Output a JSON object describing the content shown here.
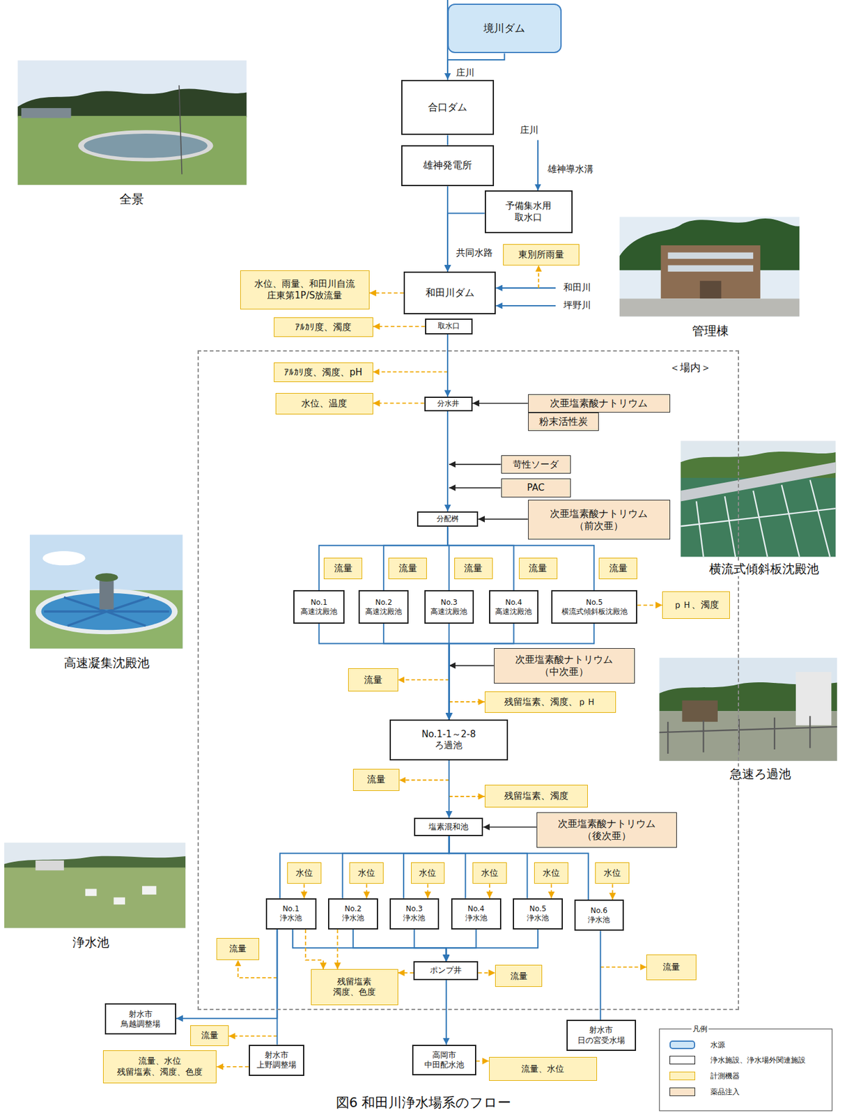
{
  "diagram": {
    "caption": "図6 和田川浄水場系のフロー",
    "nodes": [
      {
        "text": [
          "境川ダム"
        ]
      },
      {
        "text": [
          "合口ダム"
        ]
      },
      {
        "text": [
          "雄神発電所"
        ]
      },
      {
        "text": [
          "予備集水用 取水口"
        ]
      },
      {
        "text": [
          "東別所雨量"
        ]
      },
      {
        "text": [
          "和田川ダム"
        ]
      },
      {
        "text": [
          "取水口"
        ]
      },
      {
        "text": [
          "水位、雨量、和田川自流 庄東第1P/S放流量"
        ]
      },
      {
        "text": [
          "ｱﾙｶﾘ度、濁度"
        ]
      },
      {
        "text": [
          "＜場内＞"
        ]
      },
      {
        "text": [
          "ｱﾙｶﾘ度、濁度、pH"
        ],
        "in": 9
      },
      {
        "text": [
          "水位、温度"
        ],
        "in": 9
      },
      {
        "text": [
          "分水井"
        ],
        "in": 9
      },
      {
        "text": [
          "次亜塩素酸ナトリウム"
        ],
        "in": 9
      },
      {
        "text": [
          "粉末活性炭"
        ],
        "in": 9
      },
      {
        "text": [
          "苛性ソーダ"
        ],
        "in": 9
      },
      {
        "text": [
          "PAC"
        ],
        "in": 9
      },
      {
        "text": [
          "分配桝"
        ],
        "in": 9
      },
      {
        "text": [
          "次亜塩素酸ナトリウム （前次亜）"
        ],
        "in": 9
      },
      {
        "text": [
          "流量"
        ],
        "in": 9
      },
      {
        "text": [
          "流量"
        ],
        "in": 9
      },
      {
        "text": [
          "流量"
        ],
        "in": 9
      },
      {
        "text": [
          "流量"
        ],
        "in": 9
      },
      {
        "text": [
          "流量"
        ],
        "in": 9
      },
      {
        "text": [
          "No.1 高速沈殿池"
        ],
        "in": 9
      },
      {
        "text": [
          "No.2 高速沈殿池"
        ],
        "in": 9
      },
      {
        "text": [
          "No.3 高速沈殿池"
        ],
        "in": 9
      },
      {
        "text": [
          "No.4 高速沈殿池"
        ],
        "in": 9
      },
      {
        "text": [
          "No.5 横流式傾斜板沈殿池"
        ],
        "in": 9
      },
      {
        "text": [
          "ｐＨ、濁度"
        ],
        "in": 9
      },
      {
        "text": [
          "次亜塩素酸ナトリウム （中次亜）"
        ],
        "in": 9
      },
      {
        "text": [
          "流量"
        ],
        "in": 9
      },
      {
        "text": [
          "残留塩素、濁度、ｐＨ"
        ],
        "in": 9
      },
      {
        "text": [
          "No.1-1～2-8 ろ過池"
        ],
        "in": 9
      },
      {
        "text": [
          "流量"
        ],
        "in": 9
      },
      {
        "text": [
          "残留塩素、濁度"
        ],
        "in": 9
      },
      {
        "text": [
          "塩素混和池"
        ],
        "in": 9
      },
      {
        "text": [
          "次亜塩素酸ナトリウム （後次亜）"
        ],
        "in": 9
      },
      {
        "text": [
          "水位"
        ],
        "in": 9
      },
      {
        "text": [
          "水位"
        ],
        "in": 9
      },
      {
        "text": [
          "水位"
        ],
        "in": 9
      },
      {
        "text": [
          "水位"
        ],
        "in": 9
      },
      {
        "text": [
          "水位"
        ],
        "in": 9
      },
      {
        "text": [
          "水位"
        ],
        "in": 9
      },
      {
        "text": [
          "No.1 浄水池"
        ],
        "in": 9
      },
      {
        "text": [
          "No.2 浄水池"
        ],
        "in": 9
      },
      {
        "text": [
          "No.3 浄水池"
        ],
        "in": 9
      },
      {
        "text": [
          "No.4 浄水池"
        ],
        "in": 9
      },
      {
        "text": [
          "No.5 浄水池"
        ],
        "in": 9
      },
      {
        "text": [
          "No.6 浄水池"
        ],
        "in": 9
      },
      {
        "text": [
          "流量"
        ],
        "in": 9
      },
      {
        "text": [
          "ポンプ井"
        ],
        "in": 9
      },
      {
        "text": [
          "残留塩素 濁度、色度"
        ],
        "in": 9
      },
      {
        "text": [
          "流量"
        ],
        "in": 9
      },
      {
        "text": [
          "流量"
        ],
        "in": 9
      },
      {
        "text": [
          "射水市 鳥越調整場"
        ]
      },
      {
        "text": [
          "流量"
        ]
      },
      {
        "text": [
          "射水市 上野調整場"
        ]
      },
      {
        "text": [
          "流量、水位 残留塩素、濁度、色度"
        ]
      },
      {
        "text": [
          "高岡市 中田配水池"
        ]
      },
      {
        "text": [
          "流量、水位"
        ]
      },
      {
        "text": [
          "射水市 日の宮受水場"
        ]
      }
    ],
    "edges": [
      {
        "from": 0,
        "to": 1,
        "arrow": "to",
        "label": "庄川"
      },
      {
        "from": 1,
        "to": 2,
        "arrow": "none"
      },
      {
        "from": 2,
        "to": 5,
        "arrow": "to",
        "label": "共同水路"
      },
      {
        "from": 3,
        "to": 5,
        "arrow": "to"
      },
      {
        "from": 5,
        "to": 7,
        "arrow": "to"
      },
      {
        "from": 6,
        "to": 8,
        "arrow": "to"
      },
      {
        "from": 6,
        "to": 12,
        "arrow": "to"
      },
      {
        "from": 12,
        "to": 11,
        "arrow": "to"
      },
      {
        "from": 13,
        "to": 12,
        "arrow": "to"
      },
      {
        "from": 12,
        "to": 17,
        "arrow": "to"
      },
      {
        "from": 18,
        "to": 17,
        "arrow": "to"
      },
      {
        "from": 17,
        "to": 24,
        "arrow": "none"
      },
      {
        "from": 17,
        "to": 25,
        "arrow": "none"
      },
      {
        "from": 17,
        "to": 26,
        "arrow": "none"
      },
      {
        "from": 17,
        "to": 27,
        "arrow": "none"
      },
      {
        "from": 17,
        "to": 28,
        "arrow": "none"
      },
      {
        "from": 24,
        "to": 33,
        "arrow": "to"
      },
      {
        "from": 25,
        "to": 33,
        "arrow": "to"
      },
      {
        "from": 26,
        "to": 33,
        "arrow": "to"
      },
      {
        "from": 27,
        "to": 33,
        "arrow": "to"
      },
      {
        "from": 28,
        "to": 33,
        "arrow": "to"
      },
      {
        "from": 28,
        "to": 29,
        "arrow": "to"
      },
      {
        "from": 33,
        "to": 36,
        "arrow": "to"
      },
      {
        "from": 37,
        "to": 36,
        "arrow": "to"
      },
      {
        "from": 36,
        "to": 44,
        "arrow": "none"
      },
      {
        "from": 36,
        "to": 45,
        "arrow": "none"
      },
      {
        "from": 36,
        "to": 46,
        "arrow": "none"
      },
      {
        "from": 36,
        "to": 47,
        "arrow": "none"
      },
      {
        "from": 36,
        "to": 48,
        "arrow": "none"
      },
      {
        "from": 36,
        "to": 49,
        "arrow": "none"
      },
      {
        "from": 38,
        "to": 44,
        "arrow": "to"
      },
      {
        "from": 39,
        "to": 45,
        "arrow": "to"
      },
      {
        "from": 40,
        "to": 46,
        "arrow": "to"
      },
      {
        "from": 41,
        "to": 47,
        "arrow": "to"
      },
      {
        "from": 42,
        "to": 48,
        "arrow": "to"
      },
      {
        "from": 43,
        "to": 49,
        "arrow": "to"
      },
      {
        "from": 44,
        "to": 51,
        "arrow": "to"
      },
      {
        "from": 45,
        "to": 51,
        "arrow": "to"
      },
      {
        "from": 46,
        "to": 51,
        "arrow": "to"
      },
      {
        "from": 47,
        "to": 51,
        "arrow": "to"
      },
      {
        "from": 48,
        "to": 51,
        "arrow": "to"
      },
      {
        "from": 44,
        "to": 52,
        "arrow": "to"
      },
      {
        "from": 45,
        "to": 52,
        "arrow": "to"
      },
      {
        "from": 51,
        "to": 52,
        "arrow": "to"
      },
      {
        "from": 51,
        "to": 53,
        "arrow": "to"
      },
      {
        "from": 51,
        "to": 59,
        "arrow": "to"
      },
      {
        "from": 44,
        "to": 55,
        "arrow": "to"
      },
      {
        "from": 44,
        "to": 57,
        "arrow": "none"
      },
      {
        "from": 49,
        "to": 61,
        "arrow": "none"
      },
      {
        "from": 57,
        "to": 58,
        "arrow": "to"
      },
      {
        "from": 59,
        "to": 60,
        "arrow": "to"
      }
    ],
    "labels": [
      "庄川",
      "雄神導水溝",
      "和田川",
      "坪野川",
      "全景",
      "管理棟",
      "横流式傾斜板沈殿池",
      "高速凝集沈殿池",
      "急速ろ過池",
      "浄水池",
      "凡例"
    ],
    "legend": [
      {
        "text": "水源",
        "color": "#cfe6f7"
      },
      {
        "text": "浄水施設、浄水場外関連施設",
        "color": "#ffffff"
      },
      {
        "text": "計測機器",
        "color": "#fff2bf"
      },
      {
        "text": "薬品注入",
        "color": "#fae4ca"
      }
    ]
  }
}
